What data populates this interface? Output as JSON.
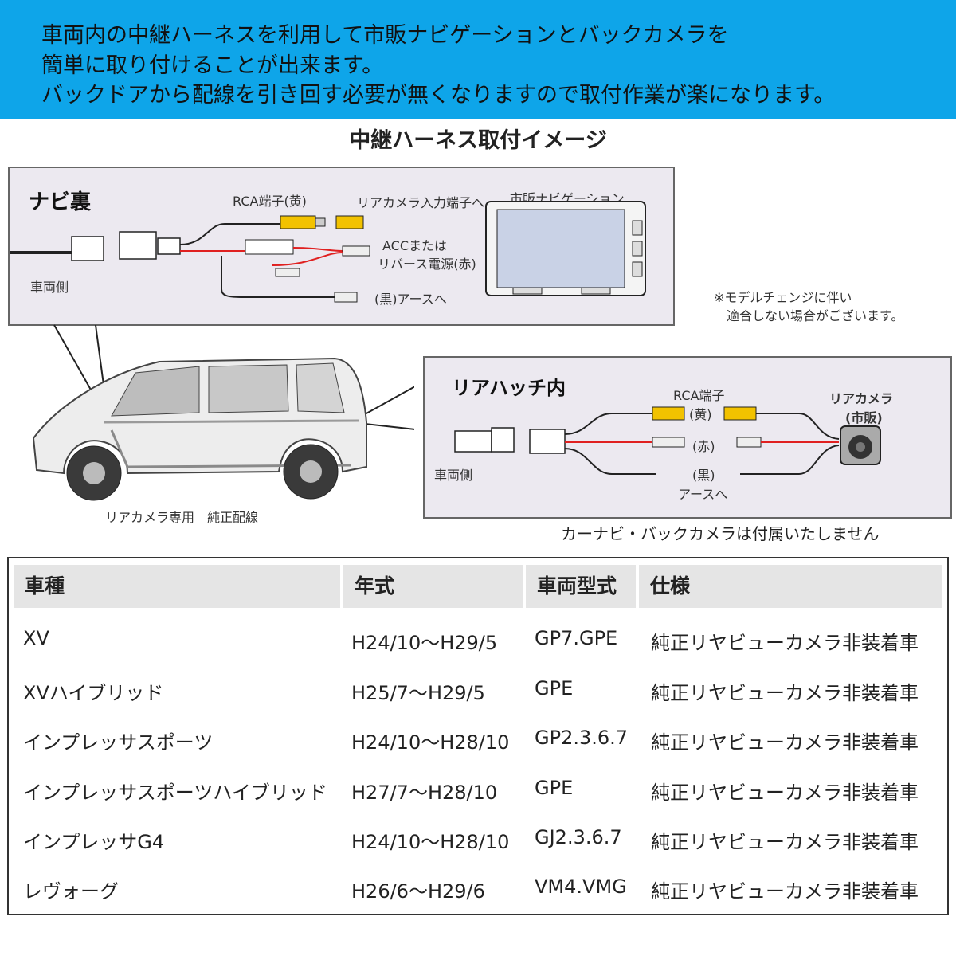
{
  "banner": {
    "lines": [
      "車両内の中継ハーネスを利用して市販ナビゲーションとバックカメラを",
      "簡単に取り付けることが出来ます。",
      "バックドアから配線を引き回す必要が無くなりますので取付作業が楽になります。"
    ]
  },
  "diagram": {
    "title": "中継ハーネス取付イメージ",
    "navi": {
      "heading": "ナビ裏",
      "rca_label": "RCA端子(黄)",
      "rear_camera_input": "リアカメラ入力端子へ",
      "navigation_label": "市販ナビゲーション",
      "acc_label_1": "ACCまたは",
      "acc_label_2": "リバース電源(赤)",
      "ground_label": "(黒)アースへ",
      "vehicle_side": "車両側"
    },
    "note_1": "※モデルチェンジに伴い",
    "note_2": "適合しない場合がございます。",
    "rear": {
      "heading": "リアハッチ内",
      "rca_label": "RCA端子",
      "yellow": "(黄)",
      "red": "(赤)",
      "black": "(黒)",
      "ground": "アースへ",
      "camera_1": "リアカメラ",
      "camera_2": "(市販)",
      "vehicle_side": "車両側"
    },
    "car_caption": "リアカメラ専用　純正配線",
    "disclaimer": "カーナビ・バックカメラは付属いたしません",
    "colors": {
      "banner": "#0ea5e9",
      "wire_red": "#e02020",
      "connector_yellow": "#f2c200"
    }
  },
  "table": {
    "headers": [
      "車種",
      "年式",
      "車両型式",
      "仕様"
    ],
    "rows": [
      [
        "XV",
        "H24/10〜H29/5",
        "GP7.GPE",
        "純正リヤビューカメラ非装着車"
      ],
      [
        "XVハイブリッド",
        "H25/7〜H29/5",
        "GPE",
        "純正リヤビューカメラ非装着車"
      ],
      [
        "インプレッサスポーツ",
        "H24/10〜H28/10",
        "GP2.3.6.7",
        "純正リヤビューカメラ非装着車"
      ],
      [
        "インプレッサスポーツハイブリッド",
        "H27/7〜H28/10",
        "GPE",
        "純正リヤビューカメラ非装着車"
      ],
      [
        "インプレッサG4",
        "H24/10〜H28/10",
        "GJ2.3.6.7",
        "純正リヤビューカメラ非装着車"
      ],
      [
        "レヴォーグ",
        "H26/6〜H29/6",
        "VM4.VMG",
        "純正リヤビューカメラ非装着車"
      ]
    ]
  }
}
